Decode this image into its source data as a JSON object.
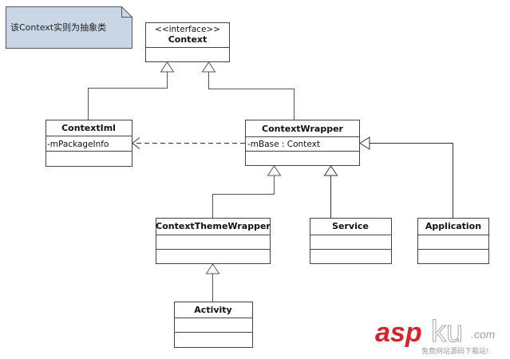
{
  "note": {
    "text": "该Context实则为抽象类",
    "fill_color": "#c9d6e5"
  },
  "classes": {
    "context": {
      "stereotype": "<<interface>>",
      "name": "Context",
      "attributes": []
    },
    "context_iml": {
      "name": "ContextIml",
      "attributes": [
        "-mPackageInfo"
      ]
    },
    "context_wrapper": {
      "name": "ContextWrapper",
      "attributes": [
        "-mBase : Context"
      ]
    },
    "context_theme_wrapper": {
      "name": "ContextThemeWrapper",
      "attributes": []
    },
    "service": {
      "name": "Service",
      "attributes": []
    },
    "application": {
      "name": "Application",
      "attributes": []
    },
    "activity": {
      "name": "Activity",
      "attributes": []
    }
  },
  "relations": [
    {
      "type": "generalization",
      "from": "ContextIml",
      "to": "Context"
    },
    {
      "type": "generalization",
      "from": "ContextWrapper",
      "to": "Context"
    },
    {
      "type": "dependency",
      "from": "ContextWrapper.mBase",
      "to": "ContextIml"
    },
    {
      "type": "generalization",
      "from": "ContextThemeWrapper",
      "to": "ContextWrapper"
    },
    {
      "type": "generalization",
      "from": "Service",
      "to": "ContextWrapper"
    },
    {
      "type": "generalization",
      "from": "Application",
      "to": "ContextWrapper"
    },
    {
      "type": "generalization",
      "from": "Activity",
      "to": "ContextThemeWrapper"
    }
  ],
  "watermark": {
    "brand_red": "asp",
    "brand_gray": "ku",
    "domain": ".com",
    "slogan": "免费网站源码下载站!",
    "red_color": "#d8232a",
    "gray_color": "#9a9a9a"
  }
}
